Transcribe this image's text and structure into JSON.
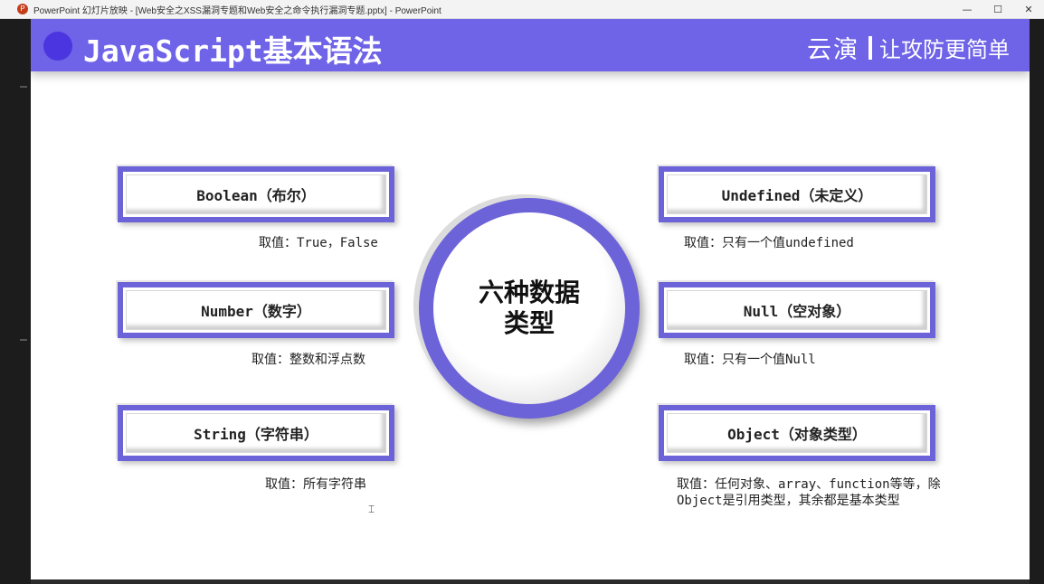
{
  "window": {
    "title": "PowerPoint 幻灯片放映 - [Web安全之XSS漏洞专题和Web安全之命令执行漏洞专题.pptx] - PowerPoint",
    "app_icon": "P",
    "controls": {
      "minimize": "—",
      "maximize": "☐",
      "close": "✕"
    }
  },
  "slide": {
    "title": "JavaScript基本语法",
    "brand": "云演",
    "slogan": "让攻防更简单",
    "center": {
      "line1": "六种数据",
      "line2": "类型"
    },
    "types": [
      {
        "label": "Boolean（布尔）",
        "desc": "取值：True，False"
      },
      {
        "label": "Number（数字）",
        "desc": "取值：整数和浮点数"
      },
      {
        "label": "String（字符串）",
        "desc": "取值：所有字符串"
      },
      {
        "label": "Undefined（未定义）",
        "desc": "取值：只有一个值undefined"
      },
      {
        "label": "Null（空对象）",
        "desc": "取值：只有一个值Null"
      },
      {
        "label": "Object（对象类型）",
        "desc_line1": "取值：任何对象、array、function等等，除",
        "desc_line2": "Object是引用类型，其余都是基本类型"
      }
    ]
  },
  "colors": {
    "accent": "#6f63e8",
    "box_border": "#6d63d8",
    "header_dot": "#4b35e0"
  }
}
